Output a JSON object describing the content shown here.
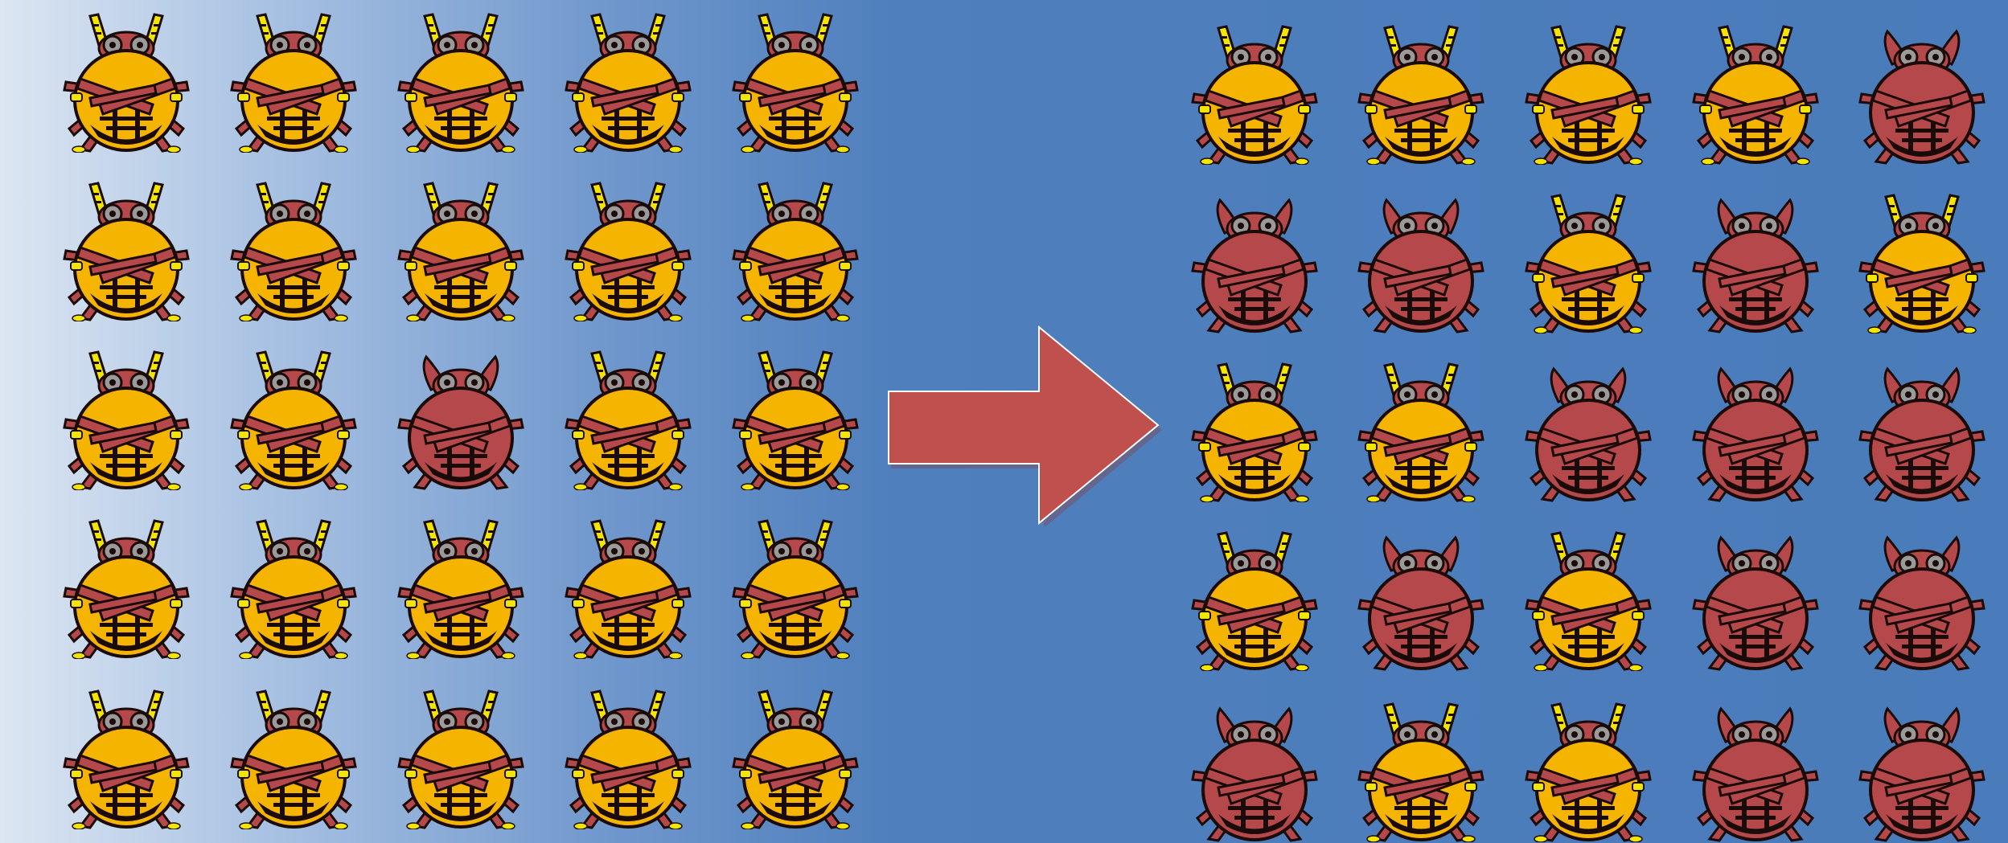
{
  "colors": {
    "background_left": "#dce6f2",
    "background_right": "#4a7bba",
    "arrow_fill": "#c0504d",
    "yellow_shell": "#f5b400",
    "yellow_antennae": "#f2e600",
    "red_body": "#b5484a",
    "dark_outline": "#1a0a08",
    "eye_grey": "#9a9a9a"
  },
  "before": {
    "rows": 5,
    "columns": 5,
    "beetles": [
      "yellow",
      "yellow",
      "yellow",
      "yellow",
      "yellow",
      "yellow",
      "yellow",
      "yellow",
      "yellow",
      "yellow",
      "yellow",
      "yellow",
      "red",
      "yellow",
      "yellow",
      "yellow",
      "yellow",
      "yellow",
      "yellow",
      "yellow",
      "yellow",
      "yellow",
      "yellow",
      "yellow",
      "yellow"
    ]
  },
  "after": {
    "rows": 5,
    "columns": 5,
    "beetles": [
      "yellow",
      "yellow",
      "yellow",
      "yellow",
      "red",
      "red",
      "red",
      "yellow",
      "red",
      "yellow",
      "yellow",
      "yellow",
      "red",
      "red",
      "red",
      "yellow",
      "red",
      "yellow",
      "red",
      "red",
      "red",
      "yellow",
      "yellow",
      "red",
      "red"
    ]
  },
  "icons": {
    "beetle": "beetle-icon",
    "arrow": "right-arrow-icon"
  }
}
